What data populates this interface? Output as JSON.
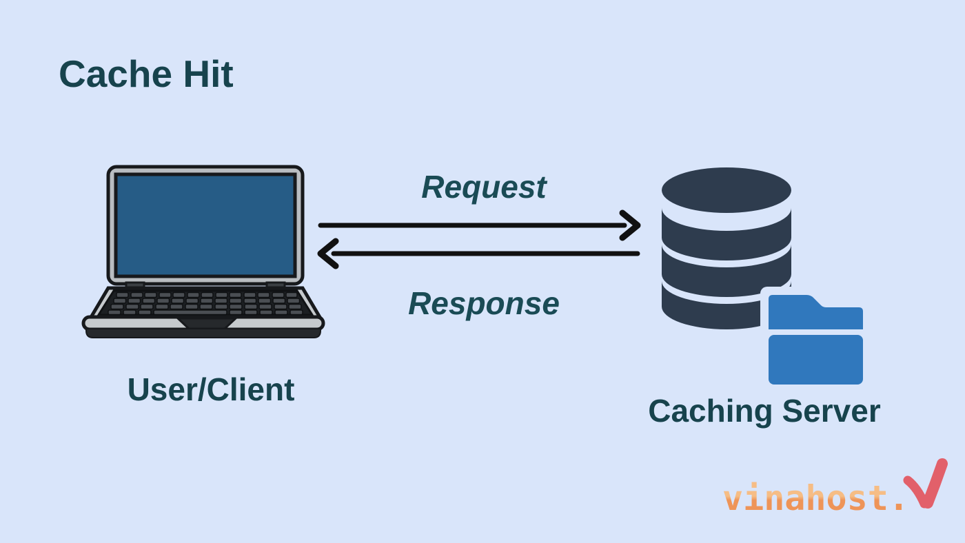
{
  "title": "Cache Hit",
  "client": {
    "label": "User/Client"
  },
  "server": {
    "label": "Caching Server"
  },
  "flows": {
    "request": "Request",
    "response": "Response"
  },
  "logo": {
    "text": "vinahost."
  },
  "icons": {
    "laptop": "laptop-icon",
    "database": "database-icon",
    "folder": "folder-icon",
    "request_arrow": "arrow-right-icon",
    "response_arrow": "arrow-left-icon",
    "logo_mark": "vinahost-check-icon"
  },
  "colors": {
    "background": "#d9e5fa",
    "heading_teal": "#17434d",
    "flow_text_teal": "#1a4b55",
    "arrow_black": "#111111",
    "laptop_body_gray": "#c6cacd",
    "laptop_bezel_gray": "#b9bdc1",
    "laptop_screen_blue": "#265c86",
    "laptop_outline": "#17191c",
    "database_navy": "#2e3c4e",
    "folder_blue": "#3078bd",
    "logo_orange_top": "#f6bd85",
    "logo_orange_bottom": "#ee9458",
    "logo_mark_coral": "#e2606a"
  }
}
